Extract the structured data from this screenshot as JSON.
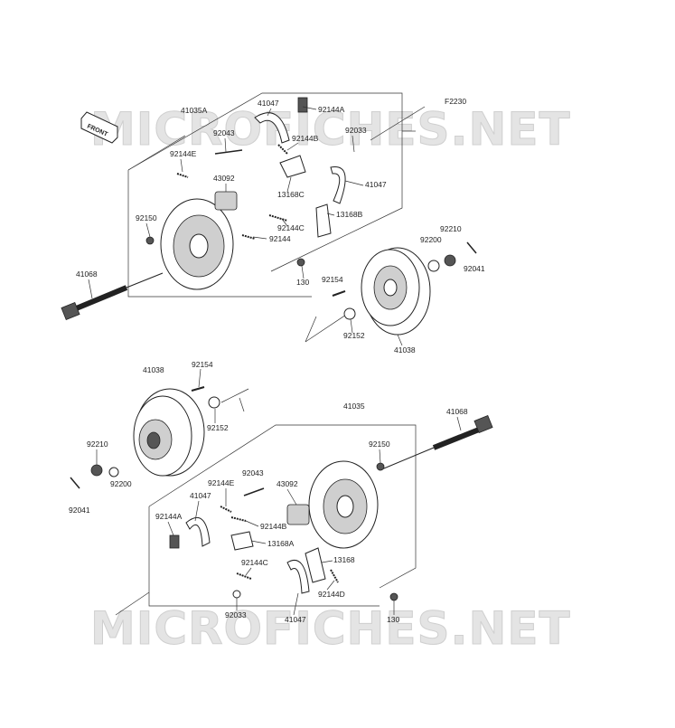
{
  "watermark": "MICROFICHES.NET",
  "figure_code": "F2230",
  "front_badge": "FRONT",
  "callouts": {
    "upper": [
      "41035A",
      "41047",
      "92144A",
      "92043",
      "92144E",
      "92144B",
      "92033",
      "43092",
      "13168C",
      "41047",
      "92150",
      "13168B",
      "92144C",
      "92144",
      "92210",
      "92200",
      "92041",
      "41068",
      "130",
      "92154",
      "92152",
      "41038"
    ],
    "lower": [
      "41038",
      "92154",
      "92152",
      "41035",
      "41068",
      "92210",
      "92200",
      "92150",
      "92041",
      "92043",
      "92144E",
      "43092",
      "41047",
      "92144A",
      "92144B",
      "13168A",
      "92144C",
      "13168",
      "92144D",
      "92033",
      "41047",
      "130"
    ]
  }
}
